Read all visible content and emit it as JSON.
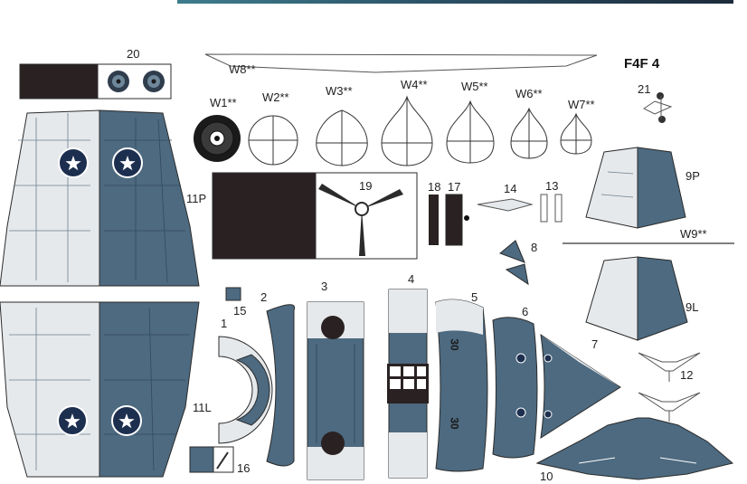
{
  "sheet": {
    "title": "F4F 4",
    "colors": {
      "navy_blue_gray": "#4d6a80",
      "dark_panel": "#2a2222",
      "light_gray": "#e6e9ec",
      "outline": "#2b2b2b",
      "star_white": "#ffffff",
      "roundel_blue": "#1d2f4f",
      "header_bar": "#2a4e63"
    },
    "labels": {
      "p20": "20",
      "w8": "W8**",
      "w1": "W1**",
      "w2": "W2**",
      "w3": "W3**",
      "w4": "W4**",
      "w5": "W5**",
      "w6": "W6**",
      "w7": "W7**",
      "p21": "21",
      "p9p": "9P",
      "p11p": "11P",
      "p19": "19",
      "p18": "18",
      "p17": "17",
      "p14": "14",
      "p13": "13",
      "p8": "8",
      "w9": "W9**",
      "p15": "15",
      "p2": "2",
      "p3": "3",
      "p4": "4",
      "p5": "5",
      "p6": "6",
      "p7": "7",
      "p9l": "9L",
      "p1": "1",
      "p11l": "11L",
      "p12": "12",
      "p16": "16",
      "p10": "10"
    },
    "markings": {
      "fuselage_number_upper": "30",
      "fuselage_number_lower": "30"
    }
  }
}
